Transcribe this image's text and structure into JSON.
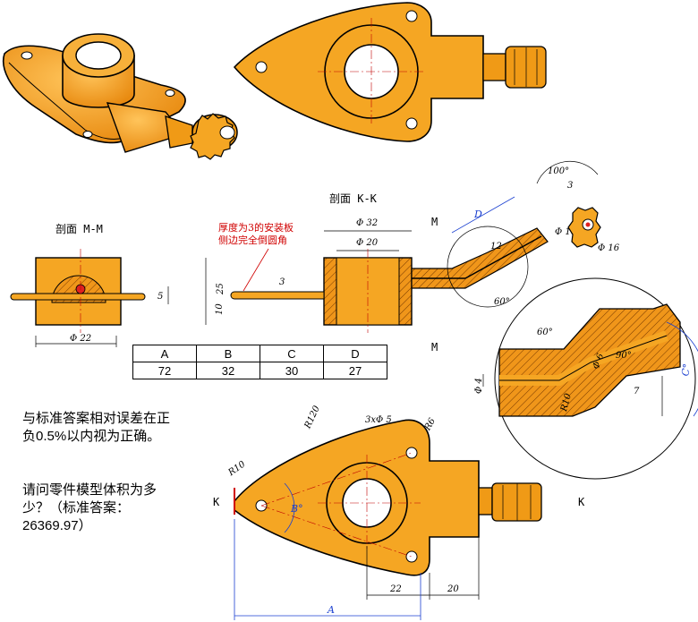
{
  "labels": {
    "section_mm": "剖面 M-M",
    "section_kk": "剖面 K-K",
    "note_red_1": "厚度为3的安装板",
    "note_red_2": "侧边完全倒圆角",
    "m_top": "M",
    "m_bottom": "M",
    "k_left": "K",
    "k_right": "K"
  },
  "dimensions": {
    "phi32": "Φ 32",
    "phi20": "Φ 20",
    "d25": "25",
    "d10": "10",
    "d3": "3",
    "d5": "5",
    "phi22": "Φ 22",
    "D": "D",
    "d12": "12",
    "phi10": "Φ 10",
    "a60": "60°",
    "a100": "100°",
    "d3b": "3",
    "phi16": "Φ 16",
    "a60b": "60°",
    "phi6": "Φ 6",
    "a90": "90°",
    "C": "C°",
    "phi4": "Φ 4",
    "d7": "7",
    "R10b": "R10",
    "R120": "R120",
    "holes": "3xΦ 5",
    "R6": "R6",
    "R10": "R10",
    "B": "B°",
    "d22": "22",
    "d20": "20",
    "A": "A"
  },
  "table": {
    "headers": [
      "A",
      "B",
      "C",
      "D"
    ],
    "values": [
      "72",
      "32",
      "30",
      "27"
    ]
  },
  "question": {
    "line1": "与标准答案相对误差在正负0.5%以内视为正确。",
    "line2": "请问零件模型体积为多少？（标准答案：26369.97）"
  },
  "colors": {
    "part": "#f5a623",
    "dim_blue": "#1a3fd0",
    "note_red": "#d00000"
  }
}
